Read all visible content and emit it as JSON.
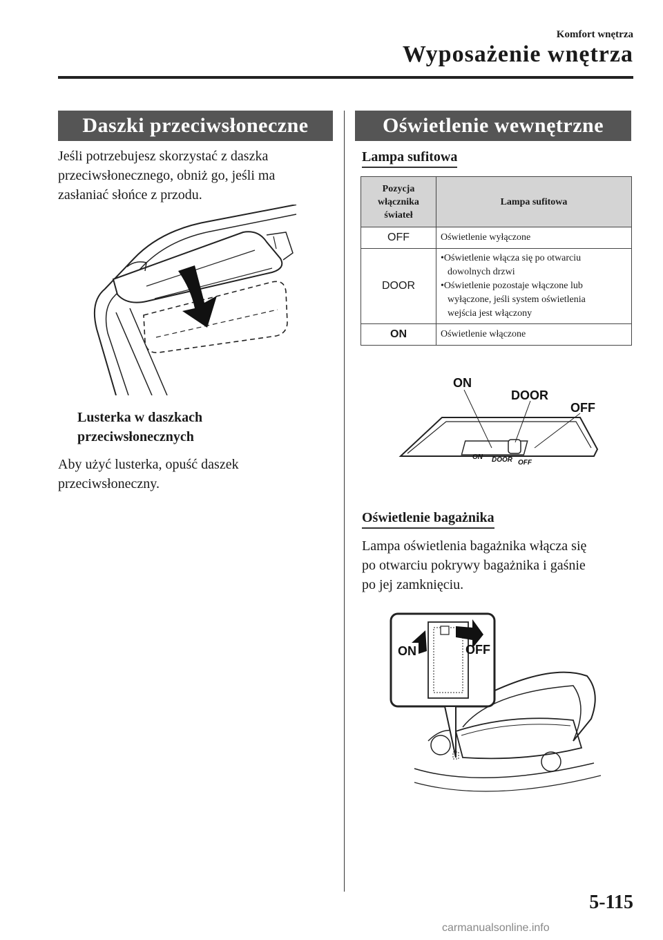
{
  "header": {
    "subtitle": "Komfort wnętrza",
    "title": "Wyposażenie wnętrza"
  },
  "left": {
    "banner": "Daszki przeciwsłoneczne",
    "intro_lines": [
      "Jeśli potrzebujesz skorzystać z daszka",
      "przeciwsłonecznego, obniż go, jeśli ma",
      "zasłaniać słońce z przodu."
    ],
    "mirror_heading_lines": [
      "Lusterka w daszkach",
      "przeciwsłonecznych"
    ],
    "mirror_text_lines": [
      "Aby użyć lusterka, opuść daszek",
      "przeciwsłoneczny."
    ]
  },
  "right": {
    "banner": "Oświetlenie wewnętrzne",
    "ceiling_heading": "Lampa sufitowa",
    "table": {
      "header_col1_lines": [
        "Pozycja",
        "włącznika",
        "świateł"
      ],
      "header_col2": "Lampa sufitowa",
      "rows": [
        {
          "position": "OFF",
          "bullets": [
            "Oświetlenie wyłączone"
          ]
        },
        {
          "position": "DOOR",
          "bullets": [
            "•Oświetlenie włącza się po otwarciu",
            "dowolnych drzwi",
            "•Oświetlenie pozostaje włączone lub",
            "wyłączone, jeśli system oświetlenia",
            "wejścia jest włączony"
          ]
        },
        {
          "position": "ON",
          "bullets": [
            "Oświetlenie włączone"
          ]
        }
      ]
    },
    "lamp_labels": {
      "on": "ON",
      "door": "DOOR",
      "off": "OFF"
    },
    "trunk_heading": "Oświetlenie bagażnika",
    "trunk_text_lines": [
      "Lampa oświetlenia bagażnika włącza się",
      "po otwarciu pokrywy bagażnika i gaśnie",
      "po jej zamknięciu."
    ],
    "trunk_labels": {
      "on": "ON",
      "off": "OFF"
    }
  },
  "page_number": "5-115",
  "footer": "carmanualsonline.info"
}
